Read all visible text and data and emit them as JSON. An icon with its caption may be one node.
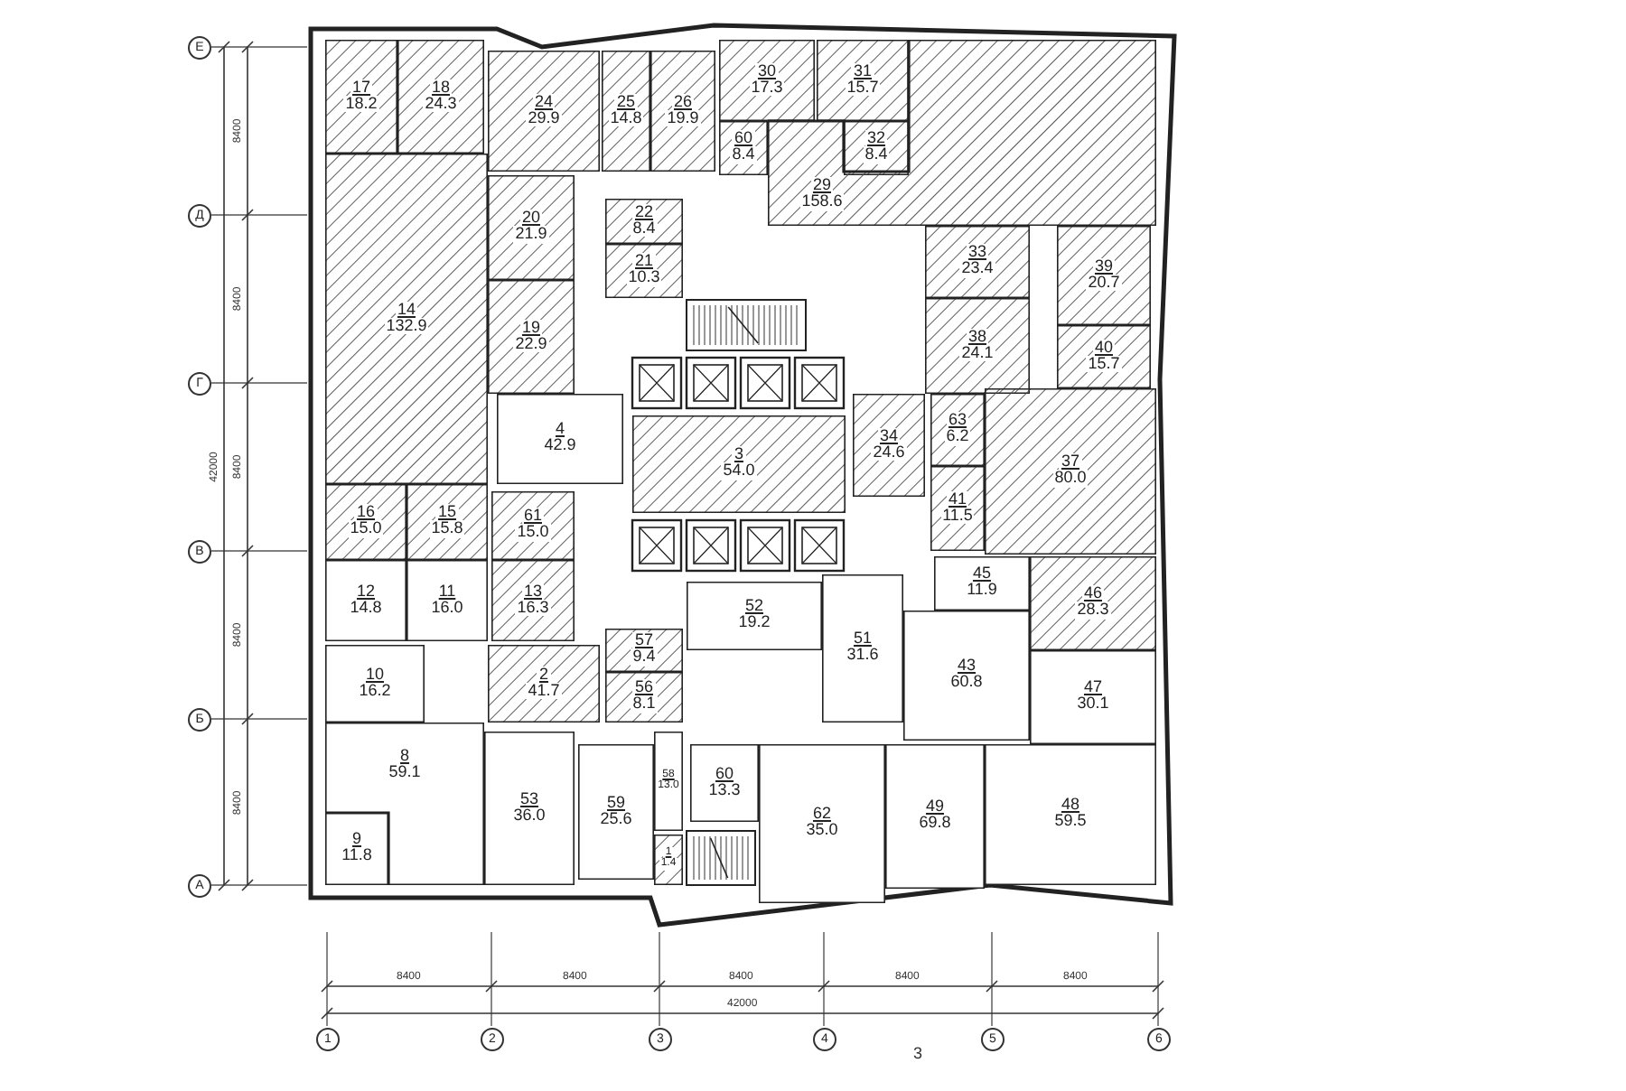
{
  "diagram": {
    "nodes": [
      {
        "text": [
          "17",
          "18.2"
        ]
      },
      {
        "text": [
          "18",
          "24.3"
        ]
      },
      {
        "text": [
          "24",
          "29.9"
        ]
      },
      {
        "text": [
          "25",
          "14.8"
        ]
      },
      {
        "text": [
          "26",
          "19.9"
        ]
      },
      {
        "text": [
          "30",
          "17.3"
        ]
      },
      {
        "text": [
          "31",
          "15.7"
        ]
      },
      {
        "text": [
          "60",
          "8.4"
        ]
      },
      {
        "text": [
          "32",
          "8.4"
        ]
      },
      {
        "text": [
          "29",
          "158.6"
        ]
      },
      {
        "text": [
          "14",
          "132.9"
        ]
      },
      {
        "text": [
          "20",
          "21.9"
        ]
      },
      {
        "text": [
          "22",
          "8.4"
        ]
      },
      {
        "text": [
          "21",
          "10.3"
        ]
      },
      {
        "text": [
          "33",
          "23.4"
        ]
      },
      {
        "text": [
          "39",
          "20.7"
        ]
      },
      {
        "text": [
          "38",
          "24.1"
        ]
      },
      {
        "text": [
          "40",
          "15.7"
        ]
      },
      {
        "text": [
          "19",
          "22.9"
        ]
      },
      {
        "text": [
          "4",
          "42.9"
        ]
      },
      {
        "text": [
          "3",
          "54.0"
        ]
      },
      {
        "text": [
          "34",
          "24.6"
        ]
      },
      {
        "text": [
          "63",
          "6.2"
        ]
      },
      {
        "text": [
          "37",
          "80.0"
        ]
      },
      {
        "text": [
          "16",
          "15.0"
        ]
      },
      {
        "text": [
          "15",
          "15.8"
        ]
      },
      {
        "text": [
          "61",
          "15.0"
        ]
      },
      {
        "text": [
          "41",
          "11.5"
        ]
      },
      {
        "text": [
          "12",
          "14.8"
        ]
      },
      {
        "text": [
          "11",
          "16.0"
        ]
      },
      {
        "text": [
          "13",
          "16.3"
        ]
      },
      {
        "text": [
          "45",
          "11.9"
        ]
      },
      {
        "text": [
          "46",
          "28.3"
        ]
      },
      {
        "text": [
          "52",
          "19.2"
        ]
      },
      {
        "text": [
          "51",
          "31.6"
        ]
      },
      {
        "text": [
          "43",
          "60.8"
        ]
      },
      {
        "text": [
          "57",
          "9.4"
        ]
      },
      {
        "text": [
          "2",
          "41.7"
        ]
      },
      {
        "text": [
          "10",
          "16.2"
        ]
      },
      {
        "text": [
          "56",
          "8.1"
        ]
      },
      {
        "text": [
          "47",
          "30.1"
        ]
      },
      {
        "text": [
          "8",
          "59.1"
        ]
      },
      {
        "text": [
          "53",
          "36.0"
        ]
      },
      {
        "text": [
          "59",
          "25.6"
        ]
      },
      {
        "text": [
          "58",
          "13.0"
        ]
      },
      {
        "text": [
          "60",
          "13.3"
        ]
      },
      {
        "text": [
          "62",
          "35.0"
        ]
      },
      {
        "text": [
          "49",
          "69.8"
        ]
      },
      {
        "text": [
          "48",
          "59.5"
        ]
      },
      {
        "text": [
          "9",
          "11.8"
        ]
      },
      {
        "text": [
          "1",
          "1.4"
        ]
      },
      {
        "text": [
          "Е"
        ]
      },
      {
        "text": [
          "Д"
        ]
      },
      {
        "text": [
          "Г"
        ]
      },
      {
        "text": [
          "В"
        ]
      },
      {
        "text": [
          "Б"
        ]
      },
      {
        "text": [
          "А"
        ]
      },
      {
        "text": [
          "1"
        ]
      },
      {
        "text": [
          "2"
        ]
      },
      {
        "text": [
          "3"
        ]
      },
      {
        "text": [
          "4"
        ]
      },
      {
        "text": [
          "5"
        ]
      },
      {
        "text": [
          "6"
        ]
      }
    ],
    "labels": [
      "8400",
      "8400",
      "42000",
      "8400",
      "8400",
      "8400",
      "8400",
      "8400",
      "8400",
      "8400",
      "8400",
      "42000",
      "3"
    ]
  }
}
